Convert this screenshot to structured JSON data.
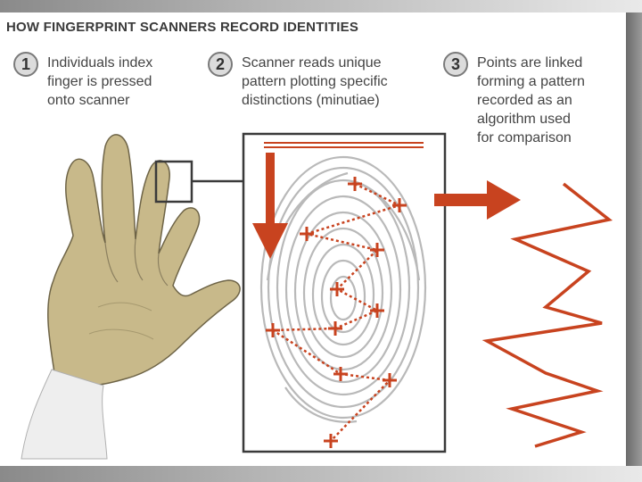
{
  "title": "HOW FINGERPRINT SCANNERS RECORD IDENTITIES",
  "steps": [
    {
      "number": "1",
      "text": "Individuals index\nfinger is pressed\nonto scanner"
    },
    {
      "number": "2",
      "text": "Scanner reads unique\npattern plotting specific\ndistinctions (minutiae)"
    },
    {
      "number": "3",
      "text": "Points are linked\nforming a pattern\nrecorded as an\nalgorithm used\nfor comparison"
    }
  ],
  "icons": {
    "hand": "hand-illustration-icon",
    "finger_box": "finger-highlight-box",
    "scanner": "fingerprint-scanner-frame",
    "scan_arrow": "down-arrow-icon",
    "output_arrow": "right-arrow-icon",
    "pattern": "zigzag-pattern-icon"
  },
  "colors": {
    "accent": "#c8431f",
    "hand": "#c8b98a",
    "ridge": "#b9b9b9"
  }
}
